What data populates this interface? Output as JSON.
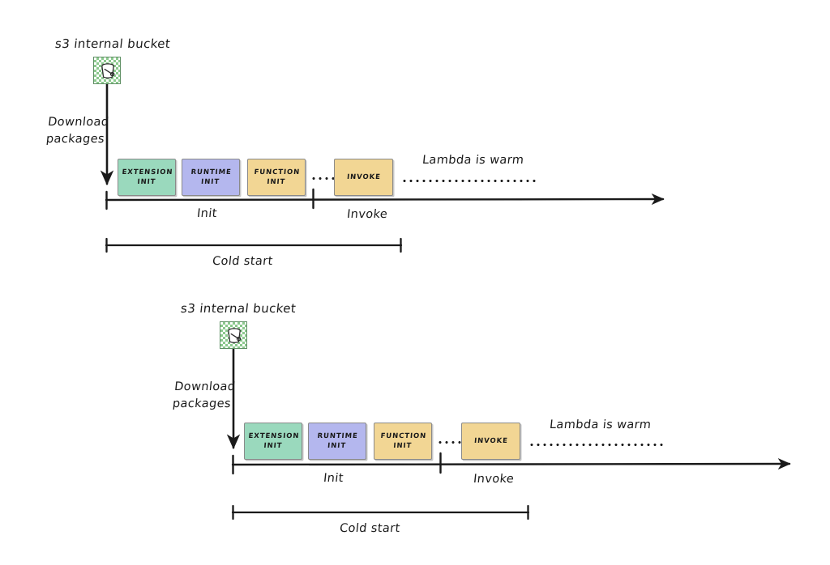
{
  "diagram": {
    "title": "AWS Lambda cold start timeline",
    "colors": {
      "extension_init": "#9ad9bd",
      "runtime_init": "#b4b7ee",
      "function_init": "#f2d694",
      "invoke": "#f2d694",
      "stroke": "#1a1a1a",
      "box_border": "#8a8a8a",
      "icon_green": "#8cc98e",
      "background": "#ffffff"
    },
    "panels": [
      {
        "id": "panel-top",
        "source_label": "s3 internal bucket",
        "source_icon": "s3-bucket-icon",
        "download_label": "Download\npackages",
        "download_label_line1": "Download",
        "download_label_line2": "packages",
        "warm_label": "Lambda is warm",
        "phases": [
          {
            "id": "extension-init",
            "label": "EXTENSION\nINIT",
            "line1": "EXTENSION",
            "line2": "INIT",
            "color": "#9ad9bd"
          },
          {
            "id": "runtime-init",
            "label": "RUNTIME\nINIT",
            "line1": "RUNTIME",
            "line2": "INIT",
            "color": "#b4b7ee"
          },
          {
            "id": "function-init",
            "label": "FUNCTION\nINIT",
            "line1": "FUNCTION",
            "line2": "INIT",
            "color": "#f2d694"
          },
          {
            "id": "invoke",
            "label": "INVOKE",
            "line1": "INVOKE",
            "line2": "",
            "color": "#f2d694"
          }
        ],
        "axis_segments": [
          {
            "id": "init-segment",
            "label": "Init"
          },
          {
            "id": "invoke-segment",
            "label": "Invoke"
          }
        ],
        "measure": {
          "id": "cold-start-bracket",
          "label": "Cold start"
        }
      },
      {
        "id": "panel-bottom",
        "source_label": "s3 internal bucket",
        "source_icon": "s3-bucket-icon",
        "download_label": "Download\npackages",
        "download_label_line1": "Download",
        "download_label_line2": "packages",
        "warm_label": "Lambda is warm",
        "phases": [
          {
            "id": "extension-init",
            "label": "EXTENSION\nINIT",
            "line1": "EXTENSION",
            "line2": "INIT",
            "color": "#9ad9bd"
          },
          {
            "id": "runtime-init",
            "label": "RUNTIME\nINIT",
            "line1": "RUNTIME",
            "line2": "INIT",
            "color": "#b4b7ee"
          },
          {
            "id": "function-init",
            "label": "FUNCTION\nINIT",
            "line1": "FUNCTION",
            "line2": "INIT",
            "color": "#f2d694"
          },
          {
            "id": "invoke",
            "label": "INVOKE",
            "line1": "INVOKE",
            "line2": "",
            "color": "#f2d694"
          }
        ],
        "axis_segments": [
          {
            "id": "init-segment",
            "label": "Init"
          },
          {
            "id": "invoke-segment",
            "label": "Invoke"
          }
        ],
        "measure": {
          "id": "cold-start-bracket",
          "label": "Cold start"
        }
      }
    ]
  }
}
